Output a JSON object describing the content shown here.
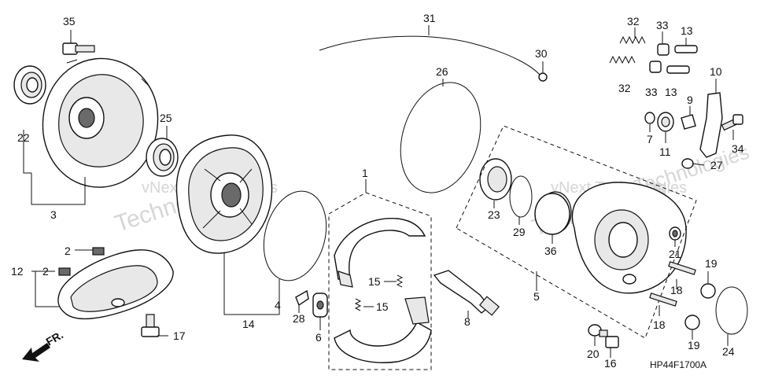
{
  "diagram": {
    "code": "HP44F1700A",
    "direction_label": "FR.",
    "watermarks": [
      "vNext Technologies",
      "vNext Technologies",
      "Technologies",
      "vNext Technologies",
      "Technologies"
    ]
  },
  "callouts": [
    {
      "id": "c35",
      "text": "35"
    },
    {
      "id": "c22",
      "text": "22"
    },
    {
      "id": "c3",
      "text": "3"
    },
    {
      "id": "c25",
      "text": "25"
    },
    {
      "id": "c31",
      "text": "31"
    },
    {
      "id": "c30",
      "text": "30"
    },
    {
      "id": "c26",
      "text": "26"
    },
    {
      "id": "c32a",
      "text": "32"
    },
    {
      "id": "c33a",
      "text": "33"
    },
    {
      "id": "c13a",
      "text": "13"
    },
    {
      "id": "c32b",
      "text": "32"
    },
    {
      "id": "c33b",
      "text": "33"
    },
    {
      "id": "c13b",
      "text": "13"
    },
    {
      "id": "c10",
      "text": "10"
    },
    {
      "id": "c9",
      "text": "9"
    },
    {
      "id": "c7",
      "text": "7"
    },
    {
      "id": "c11",
      "text": "11"
    },
    {
      "id": "c34",
      "text": "34"
    },
    {
      "id": "c27",
      "text": "27"
    },
    {
      "id": "c1",
      "text": "1"
    },
    {
      "id": "c23",
      "text": "23"
    },
    {
      "id": "c29",
      "text": "29"
    },
    {
      "id": "c36",
      "text": "36"
    },
    {
      "id": "c21",
      "text": "21"
    },
    {
      "id": "c19a",
      "text": "19"
    },
    {
      "id": "c18a",
      "text": "18"
    },
    {
      "id": "c5",
      "text": "5"
    },
    {
      "id": "c18b",
      "text": "18"
    },
    {
      "id": "c19b",
      "text": "19"
    },
    {
      "id": "c24",
      "text": "24"
    },
    {
      "id": "c20",
      "text": "20"
    },
    {
      "id": "c16",
      "text": "16"
    },
    {
      "id": "c2a",
      "text": "2"
    },
    {
      "id": "c12",
      "text": "12"
    },
    {
      "id": "c2b",
      "text": "2"
    },
    {
      "id": "c17",
      "text": "17"
    },
    {
      "id": "c14",
      "text": "14"
    },
    {
      "id": "c4",
      "text": "4"
    },
    {
      "id": "c28",
      "text": "28"
    },
    {
      "id": "c6",
      "text": "6"
    },
    {
      "id": "c15a",
      "text": "15"
    },
    {
      "id": "c15b",
      "text": "15"
    },
    {
      "id": "c8",
      "text": "8"
    }
  ]
}
